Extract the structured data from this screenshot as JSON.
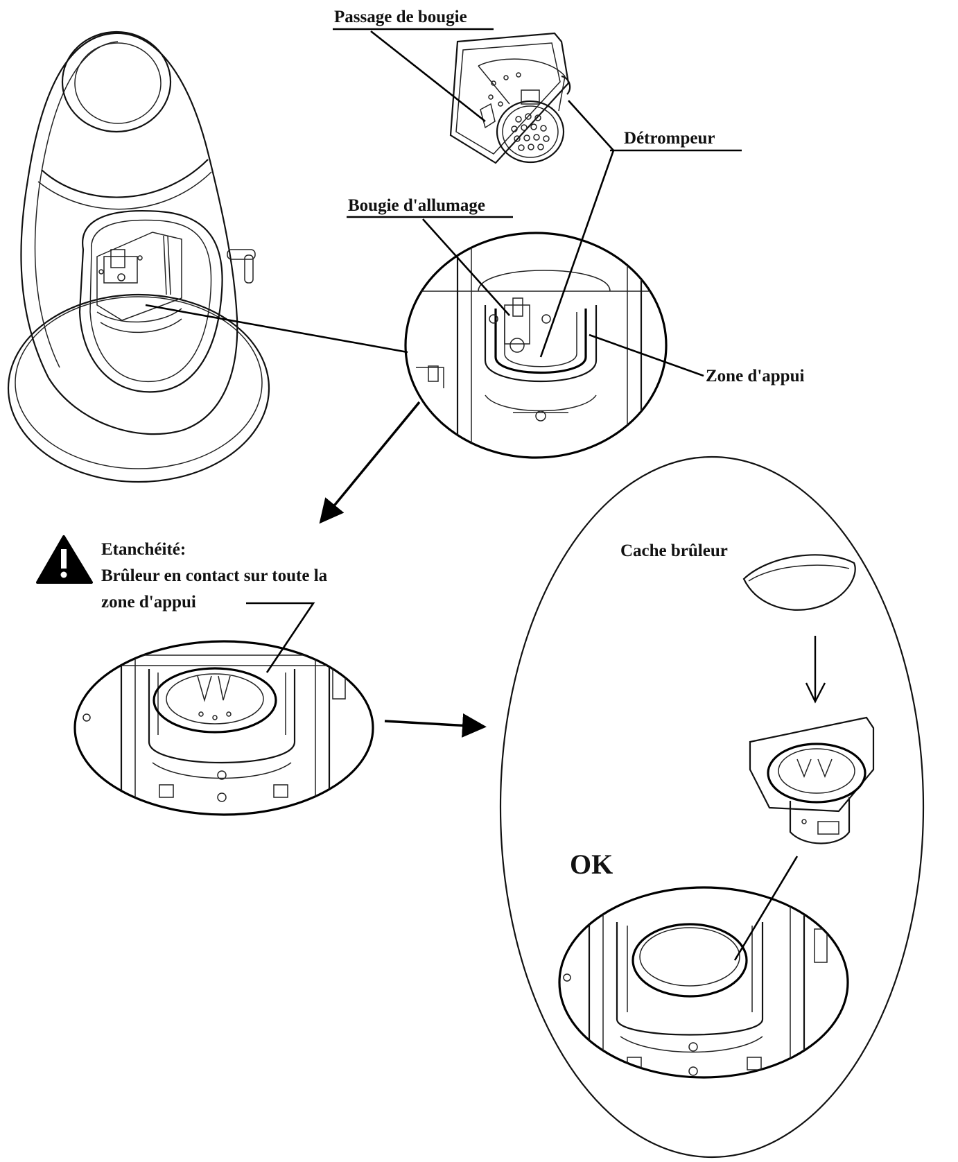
{
  "labels": {
    "passage_de_bougie": "Passage de bougie",
    "detrompeur": "Détrompeur",
    "bougie_d_allumage": "Bougie d'allumage",
    "zone_d_appui": "Zone d'appui",
    "cache_bruleur": "Cache brûleur",
    "ok": "OK"
  },
  "warning": {
    "icon": "warning-triangle-icon",
    "line1": "Etanchéité:",
    "line2": "Brûleur en contact sur toute la",
    "line3": "zone d'appui"
  },
  "colors": {
    "ink": "#111111",
    "background": "#ffffff"
  }
}
